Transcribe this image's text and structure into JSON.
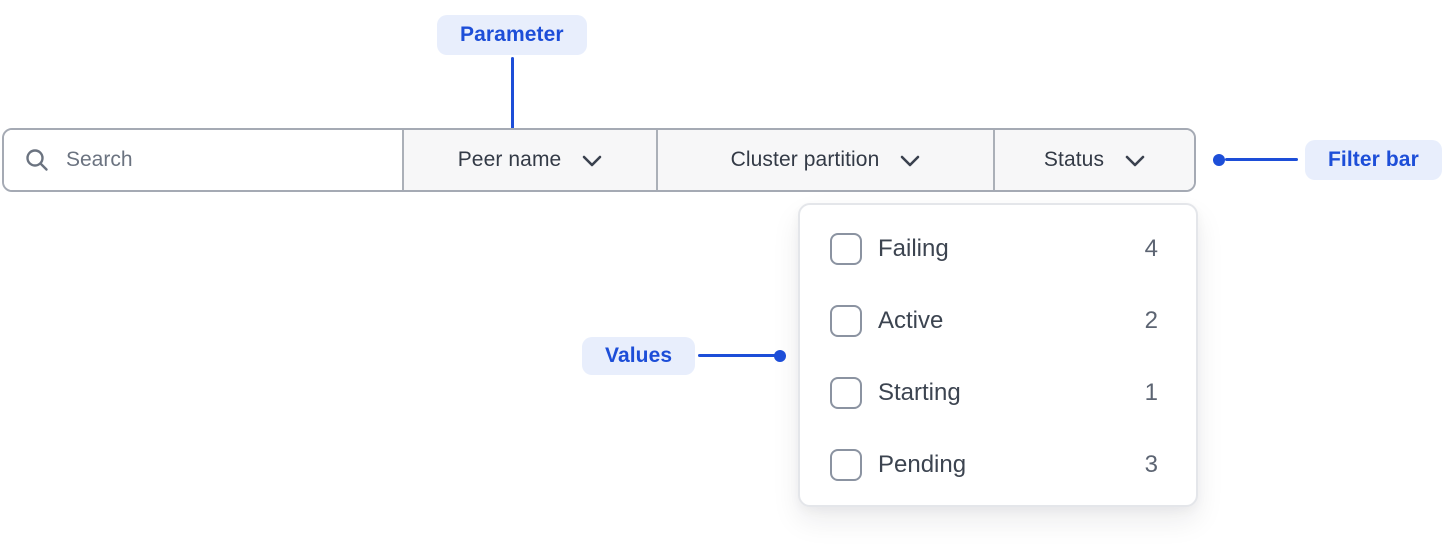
{
  "annotations": {
    "parameter": {
      "label": "Parameter"
    },
    "filter_bar": {
      "label": "Filter bar"
    },
    "values": {
      "label": "Values"
    }
  },
  "filter_bar": {
    "search": {
      "placeholder": "Search",
      "value": ""
    },
    "dropdowns": [
      {
        "label": "Peer name"
      },
      {
        "label": "Cluster partition"
      },
      {
        "label": "Status"
      }
    ]
  },
  "status_dropdown": {
    "options": [
      {
        "label": "Failing",
        "count": "4",
        "checked": false
      },
      {
        "label": "Active",
        "count": "2",
        "checked": false
      },
      {
        "label": "Starting",
        "count": "1",
        "checked": false
      },
      {
        "label": "Pending",
        "count": "3",
        "checked": false
      }
    ]
  },
  "colors": {
    "annotation_accent": "#1d4ed8",
    "annotation_pill_bg": "#e8eefc",
    "bar_border": "#a5aab4",
    "dropdown_section_bg": "#f7f7f8",
    "label_text": "#333a46",
    "option_text": "#3c4450",
    "count_text": "#5c6472",
    "checkbox_border": "#8b93a1",
    "panel_border": "#e4e6ea"
  }
}
